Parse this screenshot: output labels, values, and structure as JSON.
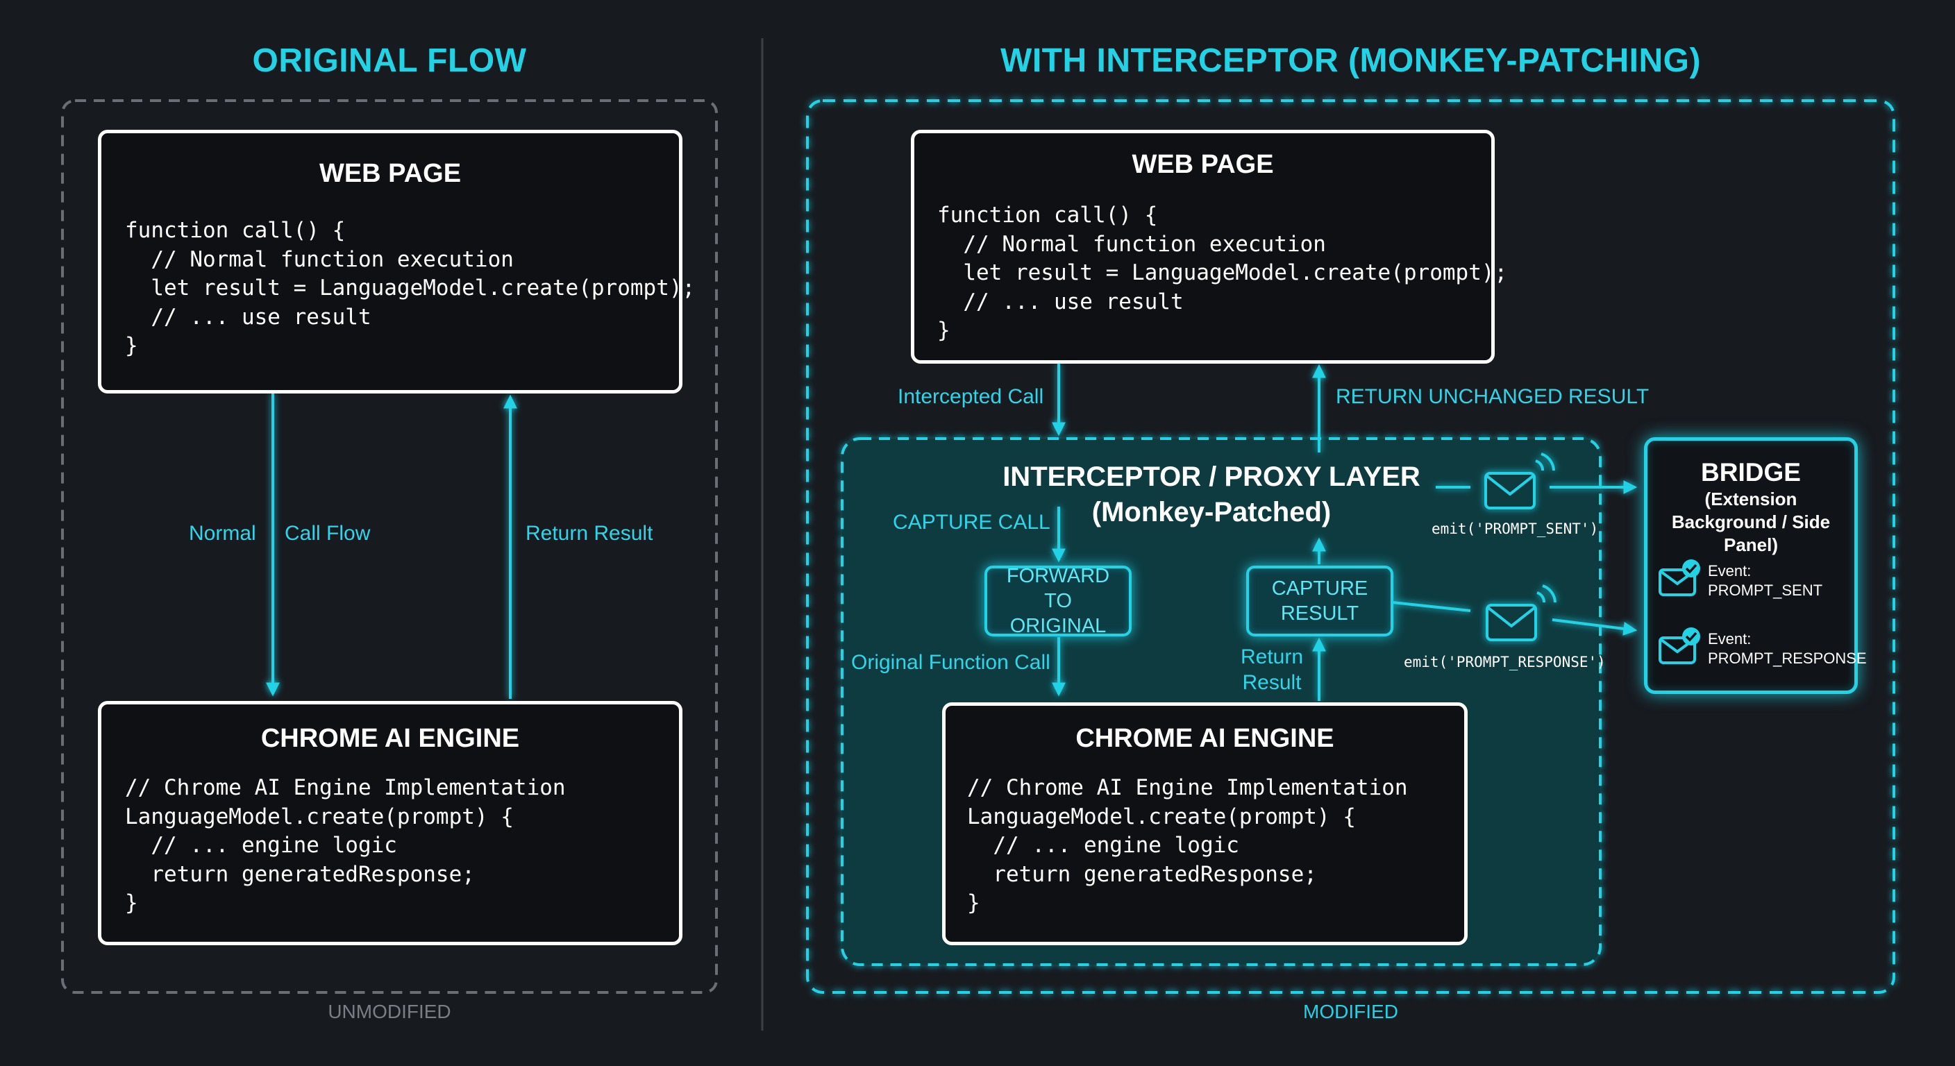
{
  "left": {
    "title": "ORIGINAL FLOW",
    "footer": "UNMODIFIED",
    "web_page": {
      "title": "WEB PAGE",
      "code": "function call() {\n  // Normal function execution\n  let result = LanguageModel.create(prompt);\n  // ... use result\n}"
    },
    "engine": {
      "title": "CHROME AI ENGINE",
      "code": "// Chrome AI Engine Implementation\nLanguageModel.create(prompt) {\n  // ... engine logic\n  return generatedResponse;\n}"
    },
    "label_normal": "Normal",
    "label_call_flow": "Call Flow",
    "label_return": "Return Result"
  },
  "right": {
    "title": "WITH INTERCEPTOR (MONKEY-PATCHING)",
    "footer": "MODIFIED",
    "web_page": {
      "title": "WEB PAGE",
      "code": "function call() {\n  // Normal function execution\n  let result = LanguageModel.create(prompt);\n  // ... use result\n}"
    },
    "label_intercepted": "Intercepted Call",
    "label_return_unchanged": "RETURN UNCHANGED RESULT",
    "proxy": {
      "title": "INTERCEPTOR / PROXY LAYER",
      "subtitle": "(Monkey-Patched)",
      "capture_call": "CAPTURE CALL",
      "forward_box": "FORWARD TO ORIGINAL",
      "capture_result_box": "CAPTURE RESULT",
      "original_call": "Original Function Call",
      "return_result": "Return Result",
      "emit_sent": "emit('PROMPT_SENT')",
      "emit_response": "emit('PROMPT_RESPONSE')"
    },
    "engine": {
      "title": "CHROME AI ENGINE",
      "code": "// Chrome AI Engine Implementation\nLanguageModel.create(prompt) {\n  // ... engine logic\n  return generatedResponse;\n}"
    },
    "bridge": {
      "title": "BRIDGE",
      "subtitle": "(Extension Background / Side Panel)",
      "events": [
        {
          "label": "Event:",
          "name": "PROMPT_SENT"
        },
        {
          "label": "Event:",
          "name": "PROMPT_RESPONSE"
        }
      ]
    }
  },
  "colors": {
    "accent": "#22d3e6",
    "background": "#171a1f",
    "box_fill": "#0f1013",
    "proxy_fill": "#0b3a40",
    "left_border": "#6b6f75"
  },
  "icons": [
    "envelope-icon",
    "check-badge-icon"
  ]
}
